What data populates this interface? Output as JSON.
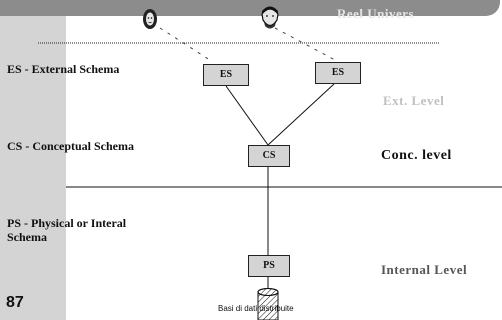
{
  "slide": {
    "page_number": "87",
    "footer": "Basi di dati distribuite"
  },
  "schemas": {
    "external": "ES - External Schema",
    "conceptual": "CS - Conceptual Schema",
    "physical_line1": "PS - Physical  or Interal",
    "physical_line2": "Schema"
  },
  "levels": {
    "real": "Reel  Univers",
    "external": "Ext. Level",
    "conceptual": "Conc. level",
    "internal": "Internal  Level"
  },
  "boxes": {
    "es_left": "ES",
    "es_right": "ES",
    "cs": "CS",
    "ps": "PS"
  },
  "icons": [
    "woman-face-icon",
    "man-face-icon",
    "database-cylinder-icon"
  ],
  "colors": {
    "sidebar": "#d4d4d4",
    "topbar": "#8c8c8c",
    "box_fill": "#d4d4d4",
    "faded_level": "#c0c0c0"
  }
}
